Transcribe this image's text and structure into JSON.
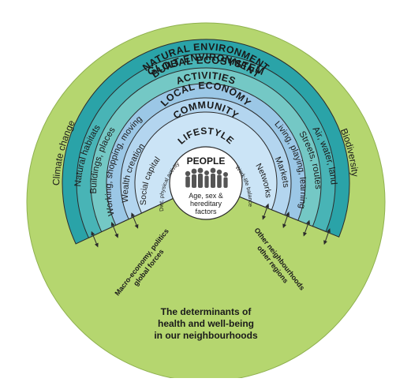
{
  "colors": {
    "outer": "#b5d66f",
    "teal1": "#2aa3a8",
    "teal2": "#48b4b6",
    "teal3": "#74c8c5",
    "blue1": "#9bc7e6",
    "blue2": "#b3d5ef",
    "blue3": "#cbe4f6",
    "stroke": "#2b2b2b",
    "center": "#ffffff"
  },
  "diagram": {
    "global_title": "GLOBAL ECOSYSTEM",
    "ring_titles": {
      "natural": "NATURAL ENVIRONMENT",
      "built": "BUILT ENVIRONMENT",
      "activities": "ACTIVITIES",
      "local_economy": "LOCAL ECONOMY",
      "community": "COMMUNITY",
      "lifestyle": "LIFESTYLE"
    },
    "side_labels": {
      "climate": "Climate change",
      "biodiversity": "Biodiversity"
    },
    "left_labels": {
      "natural": "Natural habitats",
      "built": "Buildings, places",
      "activities": "Working, shopping, moving",
      "local_economy": "Wealth creation",
      "community": "Social capital",
      "lifestyle": "Diet, physical activity"
    },
    "right_labels": {
      "natural": "Air, water, land",
      "built": "Streets, routes",
      "activities": "Living, playing, learning",
      "local_economy": "Markets",
      "community": "Networks",
      "lifestyle": "Work-life balance"
    },
    "people": {
      "title": "PEOPLE",
      "line1": "Age, sex &",
      "line2": "hereditary",
      "line3": "factors"
    },
    "annotations": {
      "left_line1": "Macro-economy, politics",
      "left_line2": "global forces",
      "right_line1": "Other neighbourhoods",
      "right_line2": "other regions"
    },
    "caption": {
      "line1": "The determinants of",
      "line2": "health and well-being",
      "line3": "in our neighbourhoods"
    }
  }
}
